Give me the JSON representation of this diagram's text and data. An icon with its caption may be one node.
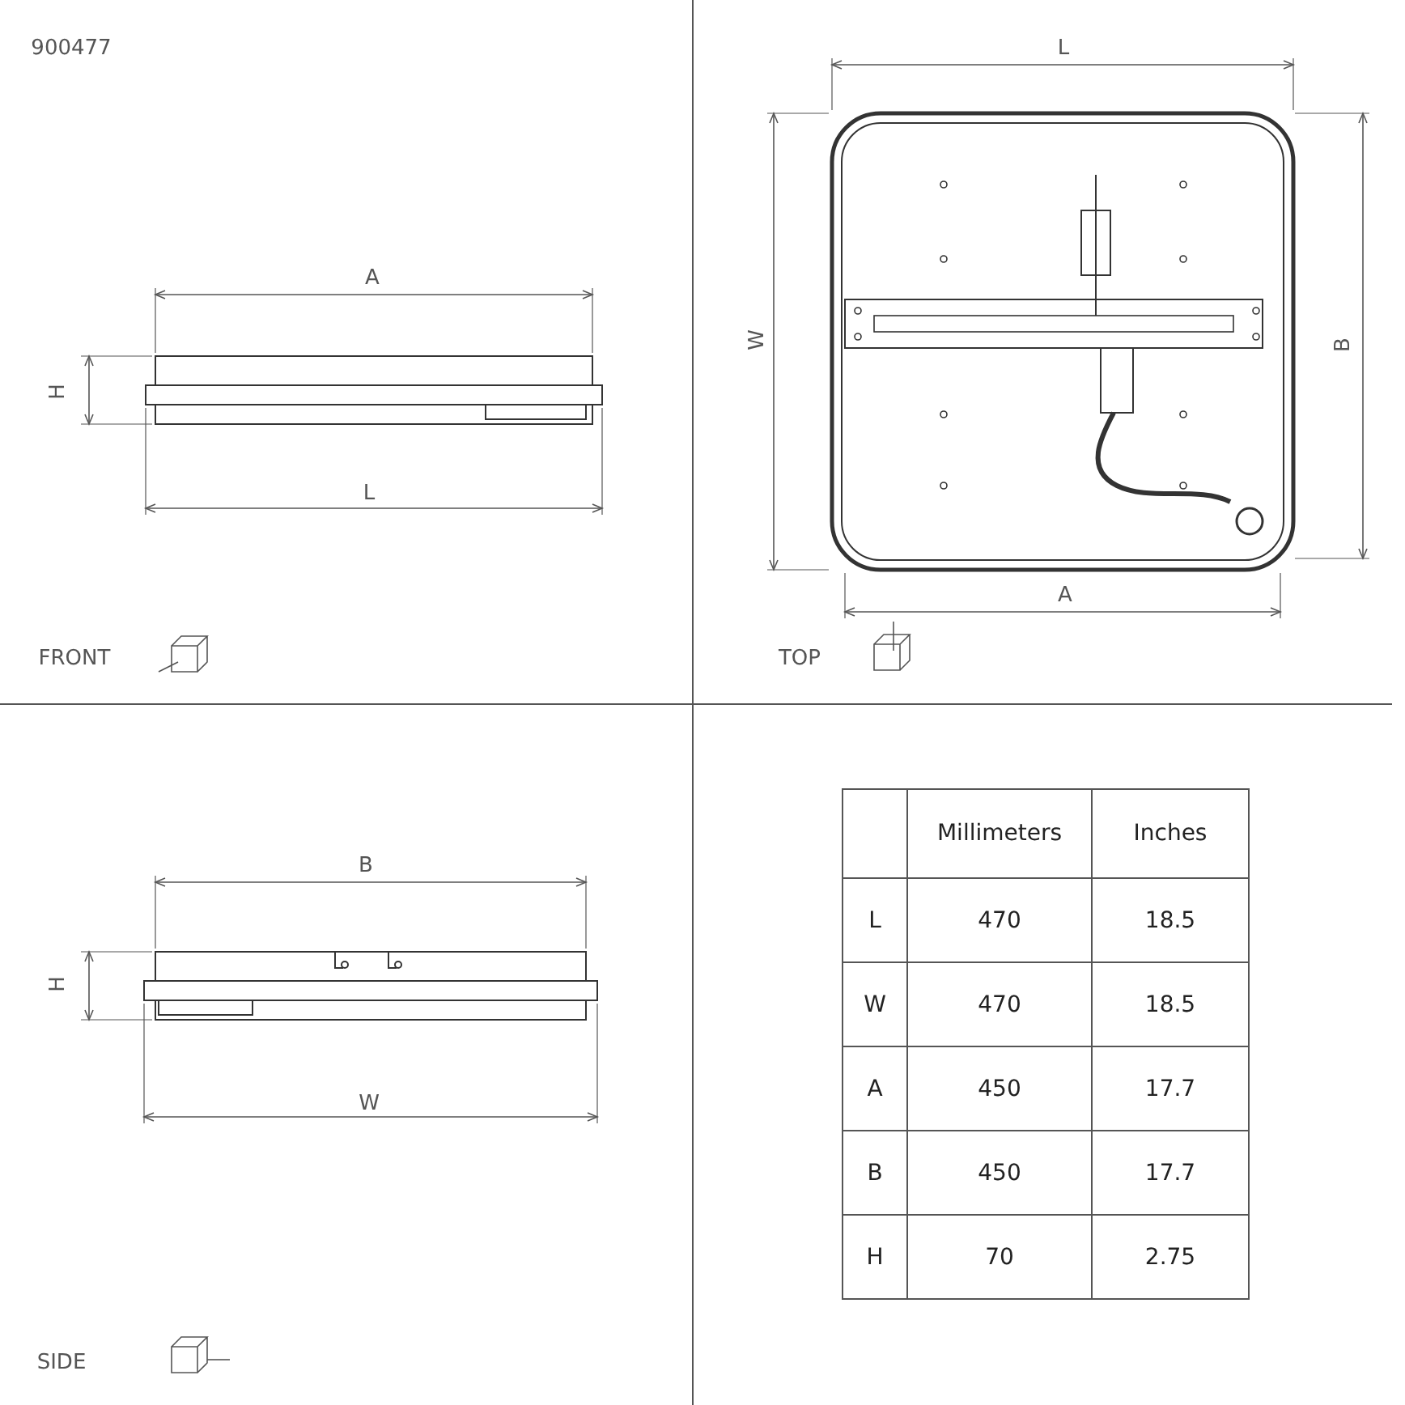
{
  "diagram": {
    "labels": [
      "900477",
      "L",
      "A",
      "W",
      "B",
      "H",
      "L",
      "A",
      "FRONT",
      "TOP",
      "B",
      "H",
      "W",
      "SIDE",
      "Millimeters",
      "Inches",
      "L",
      "470",
      "18.5",
      "W",
      "470",
      "18.5",
      "A",
      "450",
      "17.7",
      "B",
      "450",
      "17.7",
      "H",
      "70",
      "2.75"
    ]
  }
}
